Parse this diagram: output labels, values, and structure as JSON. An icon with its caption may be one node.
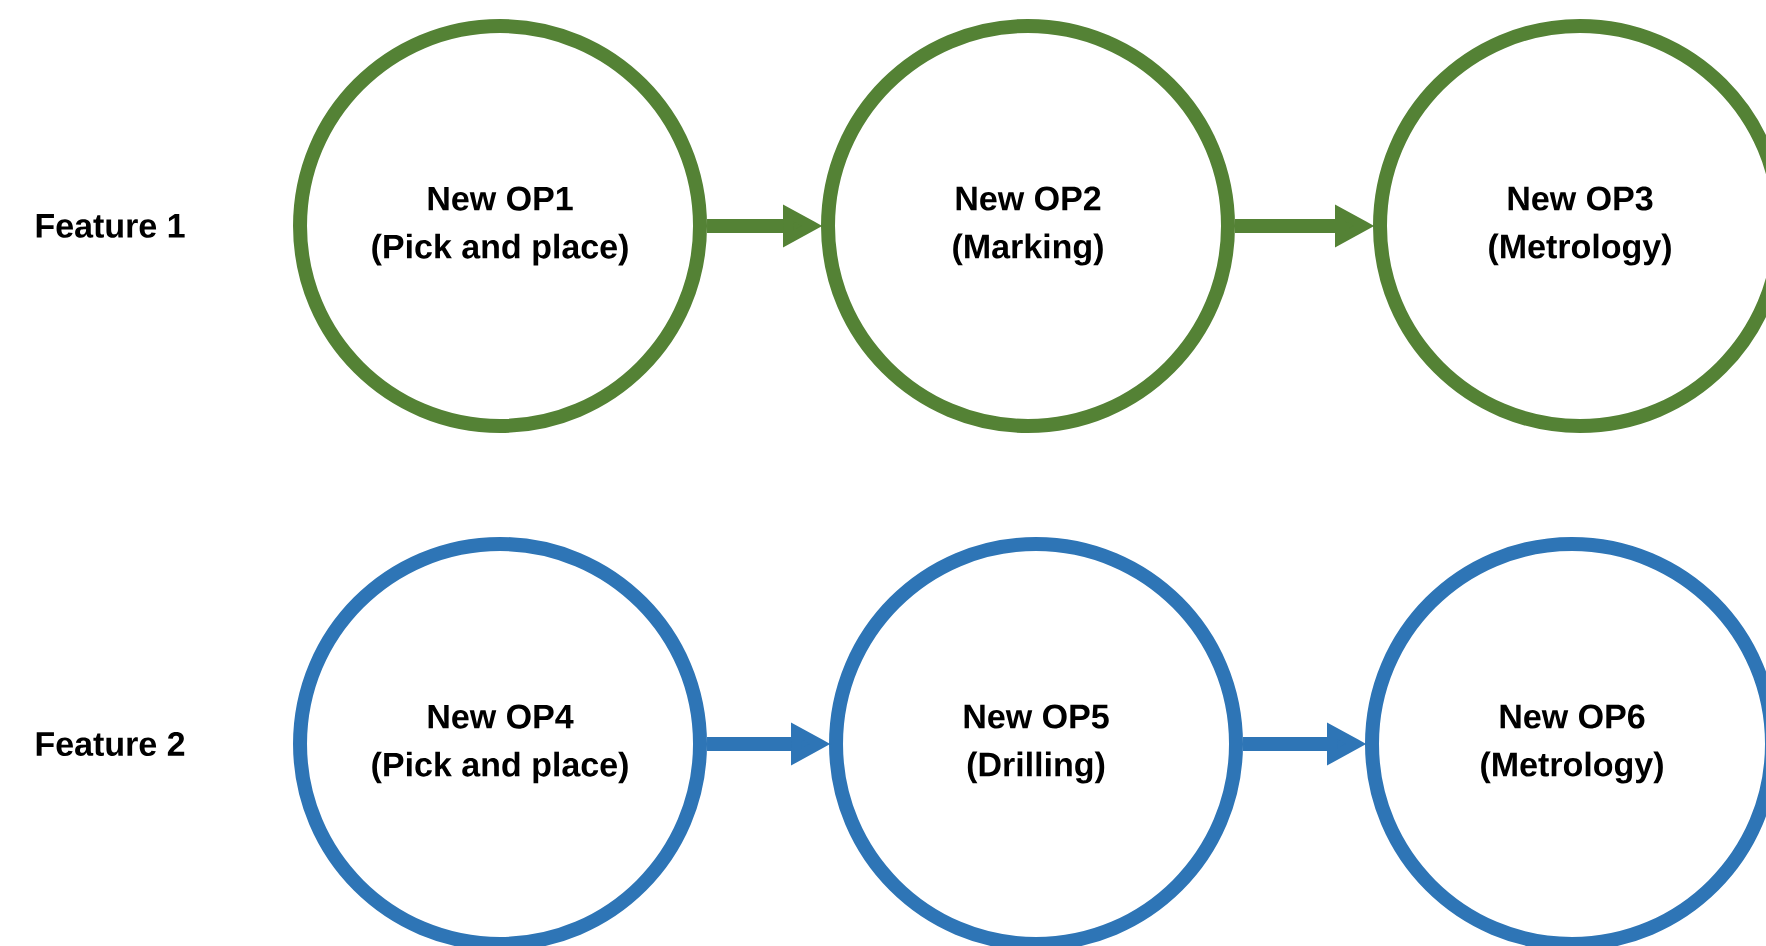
{
  "diagram": {
    "nodes": [
      {
        "text": [
          "New OP1",
          "(Pick and place)"
        ]
      },
      {
        "text": [
          "New OP2",
          "(Marking)"
        ]
      },
      {
        "text": [
          "New OP3",
          "(Metrology)"
        ]
      },
      {
        "text": [
          "New OP4",
          "(Pick and place)"
        ]
      },
      {
        "text": [
          "New OP5",
          "(Drilling)"
        ]
      },
      {
        "text": [
          "New OP6",
          "(Metrology)"
        ]
      }
    ],
    "edges": [
      {
        "from": 0,
        "to": 1,
        "arrow": "to",
        "color": "#548235"
      },
      {
        "from": 1,
        "to": 2,
        "arrow": "to",
        "color": "#548235"
      },
      {
        "from": 3,
        "to": 4,
        "arrow": "to",
        "color": "#2e75b6"
      },
      {
        "from": 4,
        "to": 5,
        "arrow": "to",
        "color": "#2e75b6"
      }
    ],
    "labels": [
      "Feature 1",
      "Feature 2"
    ]
  }
}
